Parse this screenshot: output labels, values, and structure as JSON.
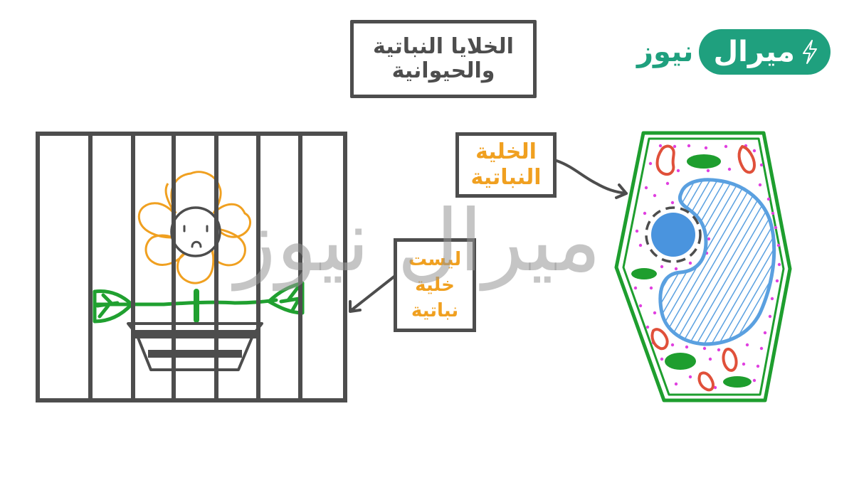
{
  "title": {
    "line1": "الخلايا النباتية",
    "line2": "والحيوانية"
  },
  "logo": {
    "pill_text": "ميرال",
    "word_text": "نيوز",
    "icon": "lightning-bolt-icon",
    "brand_color": "#1fa07e"
  },
  "labels": {
    "plant_cell": {
      "line1": "الخلية",
      "line2": "النباتية"
    },
    "not_plant_cell": {
      "line1": "ليست",
      "line2": "خلية",
      "line3": "نباتية"
    }
  },
  "watermark": {
    "text": "ميرال نيوز"
  },
  "illustrations": {
    "left": "caged-sad-flower-in-pot",
    "right": "plant-cell-diagram"
  },
  "colors": {
    "outline": "#4d4d4d",
    "label_text": "#f0a020",
    "cell_wall": "#1e9e2e",
    "vacuole": "#5aa0e0",
    "nucleus": "#4a94de",
    "mitochondria": "#e0503a",
    "chloroplast": "#1e9e2e",
    "cytoplasm_dots": "#e040e0",
    "flower_petals": "#f0a020",
    "stem_leaves": "#20a030"
  }
}
